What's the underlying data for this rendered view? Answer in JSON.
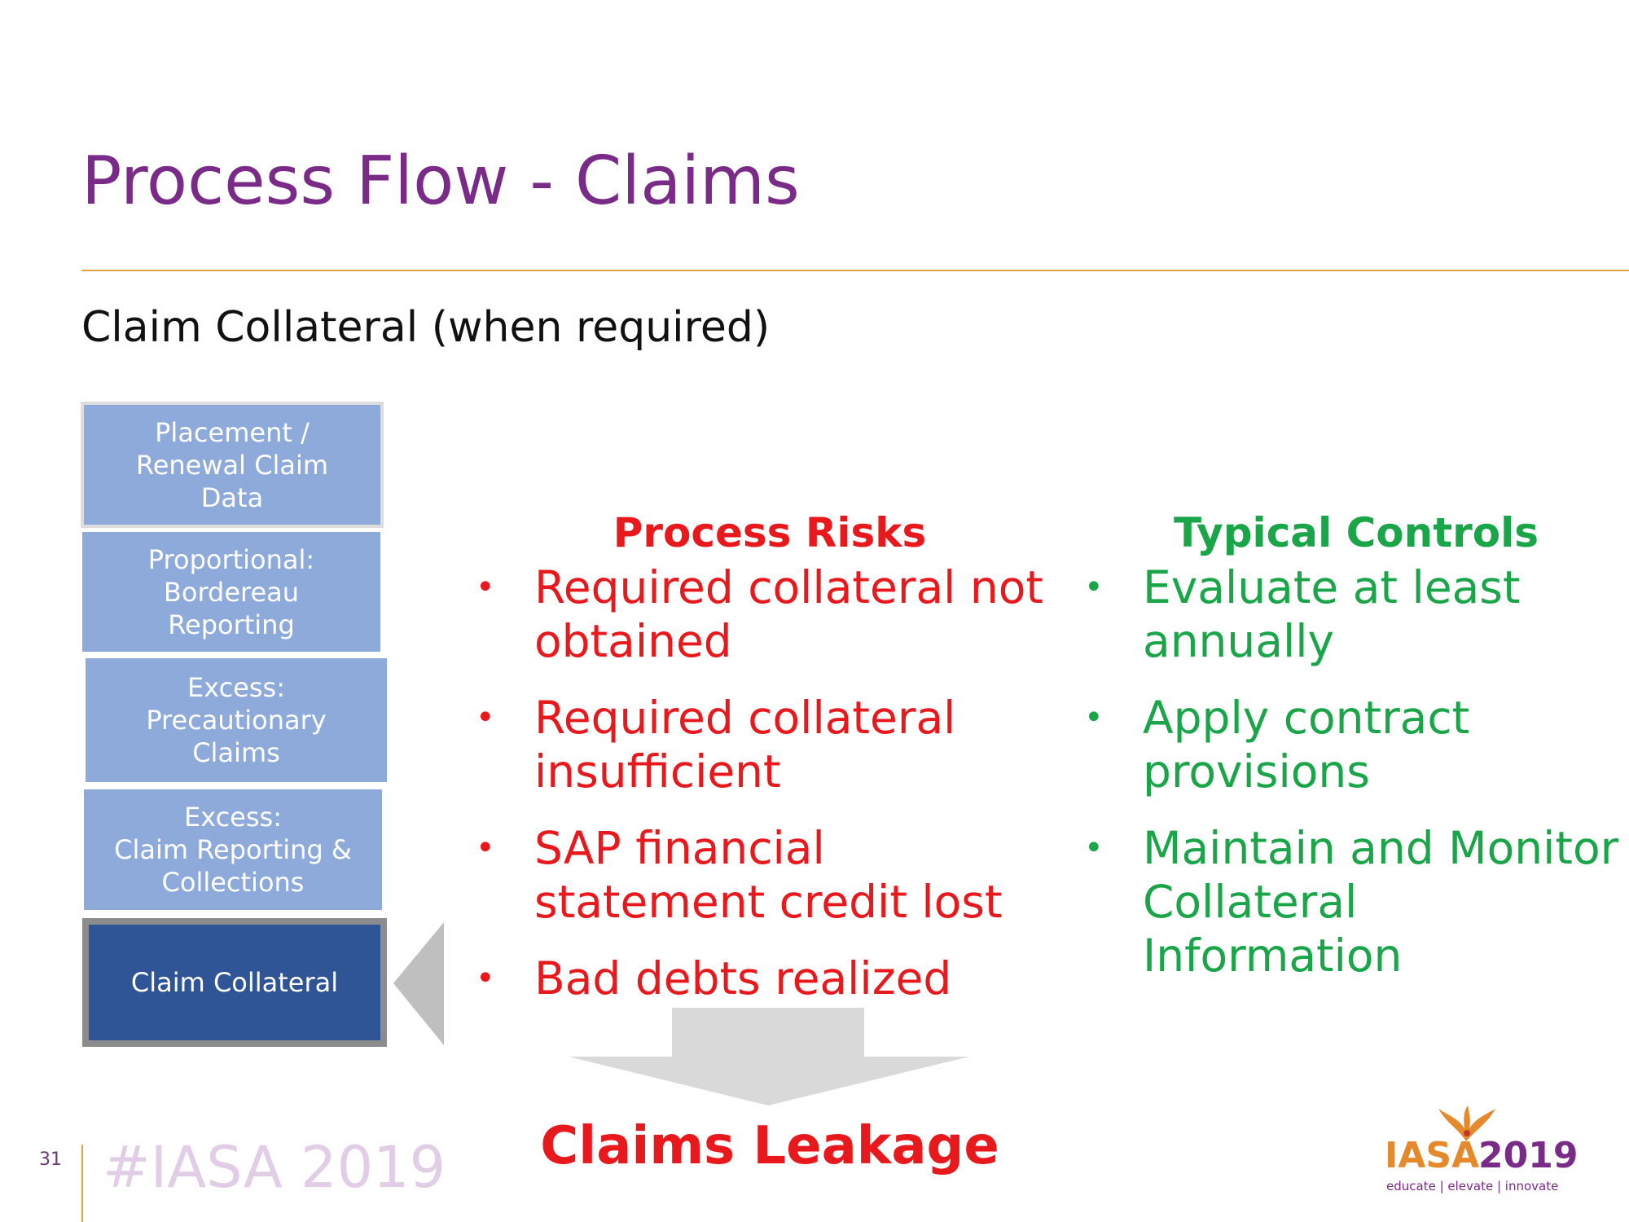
{
  "slide": {
    "title": "Process Flow - Claims",
    "subtitle": "Claim Collateral (when required)",
    "accent_color": "#e0a346",
    "title_color": "#7a2a87"
  },
  "flow_steps": [
    {
      "label": "Placement /\nRenewal Claim\nData",
      "color": "#8eaadb"
    },
    {
      "label": "Proportional:\nBordereau\nReporting",
      "color": "#8eaadb"
    },
    {
      "label": "Excess:\nPrecautionary\nClaims",
      "color": "#8eaadb"
    },
    {
      "label": "Excess:\nClaim Reporting &\nCollections",
      "color": "#8eaadb"
    },
    {
      "label": "Claim Collateral",
      "color": "#2f5597",
      "active": true
    }
  ],
  "risks": {
    "heading": "Process Risks",
    "color": "#e8191d",
    "items": [
      "Required collateral not obtained",
      "Required collateral insufficient",
      "SAP financial statement credit lost",
      "Bad debts realized"
    ]
  },
  "controls": {
    "heading": "Typical Controls",
    "color": "#1aa548",
    "items": [
      "Evaluate at least annually",
      "Apply contract provisions",
      "Maintain and Monitor Collateral Information"
    ]
  },
  "outcome": {
    "label": "Claims Leakage"
  },
  "footer": {
    "page_number": "31",
    "hashtag": "#IASA 2019",
    "logo_word": "IASA",
    "logo_year": "2019",
    "logo_tagline": "educate | elevate | innovate"
  },
  "bullet_glyph": "•"
}
